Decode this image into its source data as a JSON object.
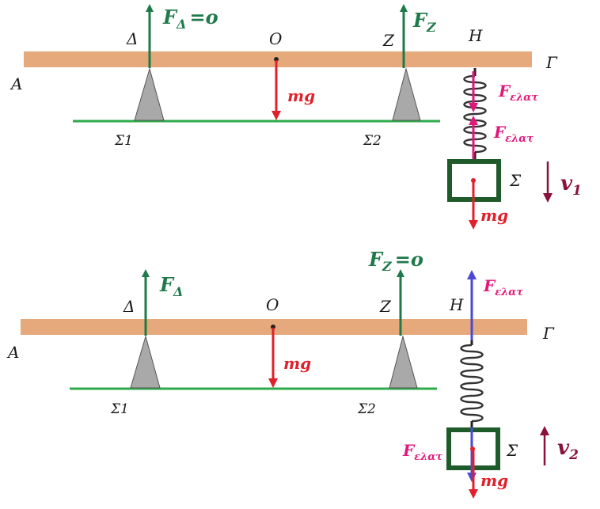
{
  "colors": {
    "beam": "#e5a97b",
    "ground": "#2eaa4a",
    "support": "#a9a9a9",
    "green_arrow": "#1e7a4a",
    "red_arrow": "#e0202a",
    "magenta_arrow": "#e3167a",
    "blue_arrow": "#4a4ad6",
    "velocity_arrow": "#8a1238",
    "block_border": "#1f5a2a"
  },
  "top": {
    "point_A": "A",
    "point_Gamma": "Γ",
    "point_Delta": "Δ",
    "point_O": "O",
    "point_Z": "Z",
    "point_H": "H",
    "support_1": "Σ1",
    "support_2": "Σ2",
    "block": "Σ",
    "force_delta_main": "F",
    "force_delta_sub": "Δ",
    "force_delta_value": "=o",
    "force_z_main": "F",
    "force_z_sub": "Z",
    "weight_beam": "mg",
    "weight_block": "mg",
    "elastic_1_main": "F",
    "elastic_1_sub": "ελατ",
    "elastic_2_main": "F",
    "elastic_2_sub": "ελατ",
    "velocity_main": "v",
    "velocity_sub": "1"
  },
  "bottom": {
    "point_A": "A",
    "point_Gamma": "Γ",
    "point_Delta": "Δ",
    "point_O": "O",
    "point_Z": "Z",
    "point_H": "H",
    "support_1": "Σ1",
    "support_2": "Σ2",
    "block": "Σ",
    "force_delta_main": "F",
    "force_delta_sub": "Δ",
    "force_z_main": "F",
    "force_z_sub": "Z",
    "force_z_value": "=o",
    "weight_beam": "mg",
    "weight_block": "mg",
    "elastic_1_main": "F",
    "elastic_1_sub": "ελατ",
    "elastic_2_main": "F",
    "elastic_2_sub": "ελατ",
    "velocity_main": "v",
    "velocity_sub": "2"
  }
}
